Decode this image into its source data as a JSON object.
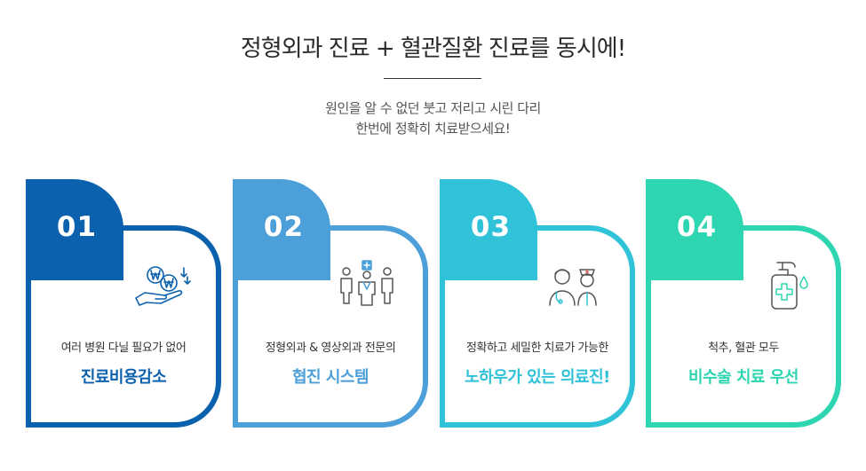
{
  "header": {
    "title": "정형외과 진료 + 혈관질환 진료를 동시에!",
    "subtitle_line1": "원인을 알 수 없던 붓고 저리고 시린 다리",
    "subtitle_line2": "한번에 정확히 치료받으세요!"
  },
  "cards": [
    {
      "number": "01",
      "description": "여러 병원 다닐 필요가 없어",
      "highlight": "진료비용감소",
      "icon": "money-hand-icon",
      "color": "#0c61ae"
    },
    {
      "number": "02",
      "description": "정형외과 & 영상외과 전문의",
      "highlight": "협진 시스템",
      "icon": "medical-team-icon",
      "color": "#4c9fd9"
    },
    {
      "number": "03",
      "description": "정확하고 세밀한 치료가 가능한",
      "highlight": "노하우가 있는 의료진!",
      "icon": "doctor-nurse-icon",
      "color": "#2fc2d8"
    },
    {
      "number": "04",
      "description": "척추, 혈관 모두",
      "highlight": "비수술 치료 우선",
      "icon": "sanitizer-icon",
      "color": "#2dd5b0"
    }
  ]
}
